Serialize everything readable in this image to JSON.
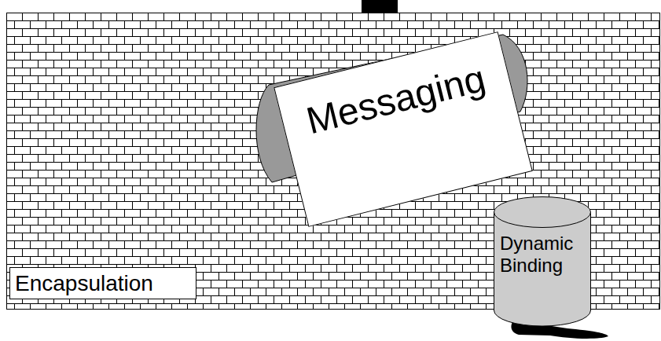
{
  "diagram": {
    "nodes": [
      {
        "text": [
          "Messaging"
        ]
      },
      {
        "text": [
          "Dynamic Binding"
        ]
      },
      {
        "text": [
          "Encapsulation"
        ]
      }
    ]
  }
}
